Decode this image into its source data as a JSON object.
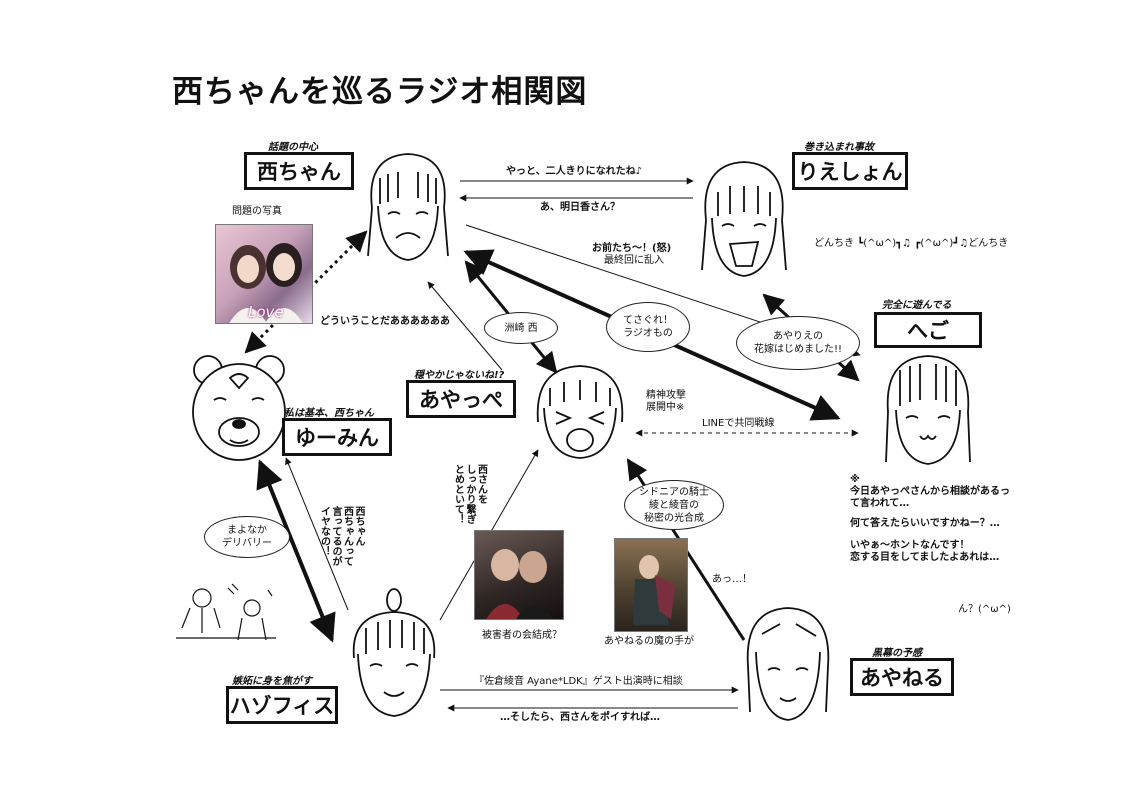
{
  "title": "西ちゃんを巡るラジオ相関図",
  "characters": {
    "nishi": {
      "role": "話題の中心",
      "name": "西ちゃん"
    },
    "rieshon": {
      "role": "巻き込まれ事故",
      "name": "りえしょん"
    },
    "hego": {
      "role": "完全に遊んでる",
      "name": "へご"
    },
    "ayappe": {
      "role": "穏やかじゃないね!?",
      "name": "あやっぺ"
    },
    "yuumin": {
      "role": "私は基本、西ちゃん",
      "name": "ゆーみん"
    },
    "hoffice": {
      "role": "嫉妬に身を焦がす",
      "name": "ハゾフィス"
    },
    "ayaneru": {
      "role": "黒幕の予感",
      "name": "あやねる"
    }
  },
  "relations": {
    "nishi_to_rieshon": "やっと、二人きりになれたね♪",
    "rieshon_to_nishi": "あ、明日香さん？",
    "rieshon_shout_1": "お前たち〜！(怒)",
    "rieshon_shout_2": "最終回に乱入",
    "rieshon_chant": "どんちき ┗(^ω^)┓♫ ┏(^ω^)┛♫どんちき",
    "hego_bubble_1": "あやりえの",
    "hego_bubble_2": "花嫁はじめました!!",
    "tesagure_1": "てさぐれ！",
    "tesagure_2": "ラジオもの",
    "suzaki": "洲崎 西",
    "photo1_caption": "問題の写真",
    "douiu": "どういうことだああああああ",
    "seishin_1": "精神攻撃",
    "seishin_2": "展開中※",
    "line": "LINEで共同戦線",
    "note_1": "※",
    "note_2": "今日あやっぺさんから相談があるっ",
    "note_3": "て言われて…",
    "note_4": "何て答えたらいいですかねー？…",
    "note_5": "いやぁ〜ホントなんです！",
    "note_6": "恋する目をしてましたよあれは…",
    "hego_face": "ん？(^ω^)",
    "sydonia_1": "シドニアの騎士",
    "sydonia_2": "綾と綾音の",
    "sydonia_3": "秘密の光合成",
    "ayappe_vert": [
      "西さんを",
      "しっかり繋ぎ",
      "とめといて！"
    ],
    "photo2_caption": "被害者の会結成？",
    "photo3_caption": "あやねるの魔の手が",
    "aa": "あっ…！",
    "mayonaka_1": "まよなか",
    "mayonaka_2": "デリバリー",
    "hoffice_vert": [
      "西ちゃん",
      "西ちゃんって",
      "言ってるのが",
      "イヤなの！"
    ],
    "consult": "『佐倉綾音 Ayane*LDK』ゲスト出演時に相談",
    "soshitara": "…そしたら、西さんをポイすれば…"
  },
  "photo_labels": {
    "love": "Love"
  }
}
